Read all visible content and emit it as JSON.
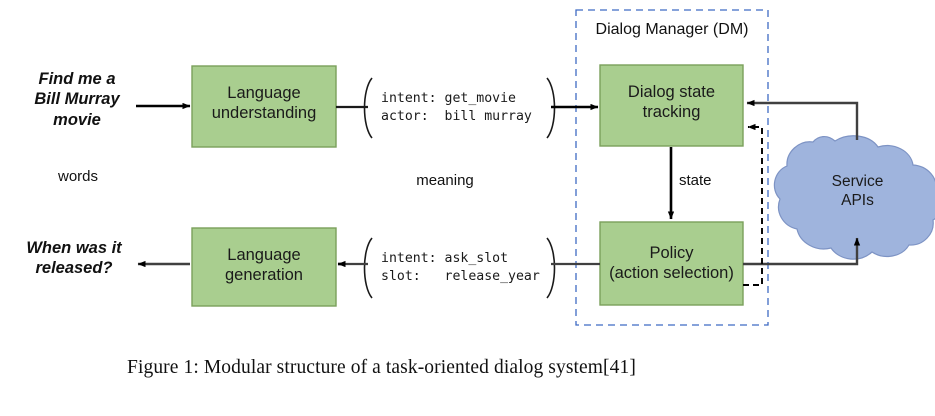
{
  "figure": {
    "caption": "Figure 1: Modular structure of a task-oriented dialog system[41]",
    "colors": {
      "module_fill": "#a9ce8f",
      "module_stroke": "#7ba05b",
      "cloud_fill": "#9fb4dd",
      "cloud_stroke": "#7d93c4",
      "dm_border": "#3f6bc4",
      "arrow": "#000000",
      "link_line": "#404040",
      "background": "#ffffff"
    }
  },
  "modules": {
    "language_understanding": "Language\nunderstanding",
    "language_generation": "Language\ngeneration",
    "dialog_state_tracking": "Dialog state\ntracking",
    "policy": "Policy\n(action selection)"
  },
  "dialog_manager": {
    "title": "Dialog Manager (DM)"
  },
  "service": {
    "label": "Service\nAPIs"
  },
  "utterances": {
    "user_input": "Find me a\nBill Murray\nmovie",
    "system_output": "When was it\nreleased?"
  },
  "stage_labels": {
    "words": "words",
    "meaning": "meaning",
    "state": "state"
  },
  "semantic_frames": {
    "input_frame": "intent: get_movie\nactor:  bill murray",
    "output_frame": "intent: ask_slot\nslot:   release_year"
  }
}
